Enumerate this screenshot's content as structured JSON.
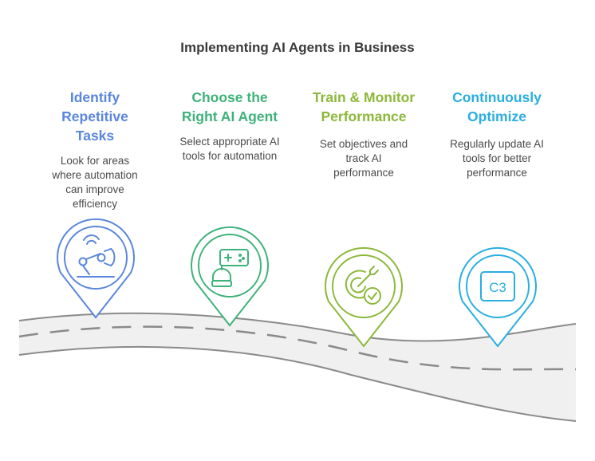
{
  "title": "Implementing AI Agents in Business",
  "steps": [
    {
      "title": "Identify\nRepetitive\nTasks",
      "description": "Look for areas\nwhere automation\ncan improve\nefficiency",
      "icon": "robotic-arm-icon",
      "color": "#5a86dc"
    },
    {
      "title": "Choose the\nRight AI Agent",
      "description": "Select appropriate AI\ntools for automation",
      "icon": "robot-controller-icon",
      "color": "#3fb27a"
    },
    {
      "title": "Train & Monitor\nPerformance",
      "description": "Set objectives and\ntrack AI\nperformance",
      "icon": "target-check-icon",
      "color": "#8cb83a"
    },
    {
      "title": "Continuously\nOptimize",
      "description": "Regularly update AI\ntools for better\nperformance",
      "icon": "c3-chip-icon",
      "color": "#29aee0"
    }
  ],
  "pin_icon_label": "C3",
  "colors": {
    "road_fill": "#f0f0f0",
    "road_edge": "#8a8a8a",
    "road_dash": "#8a8a8a"
  }
}
